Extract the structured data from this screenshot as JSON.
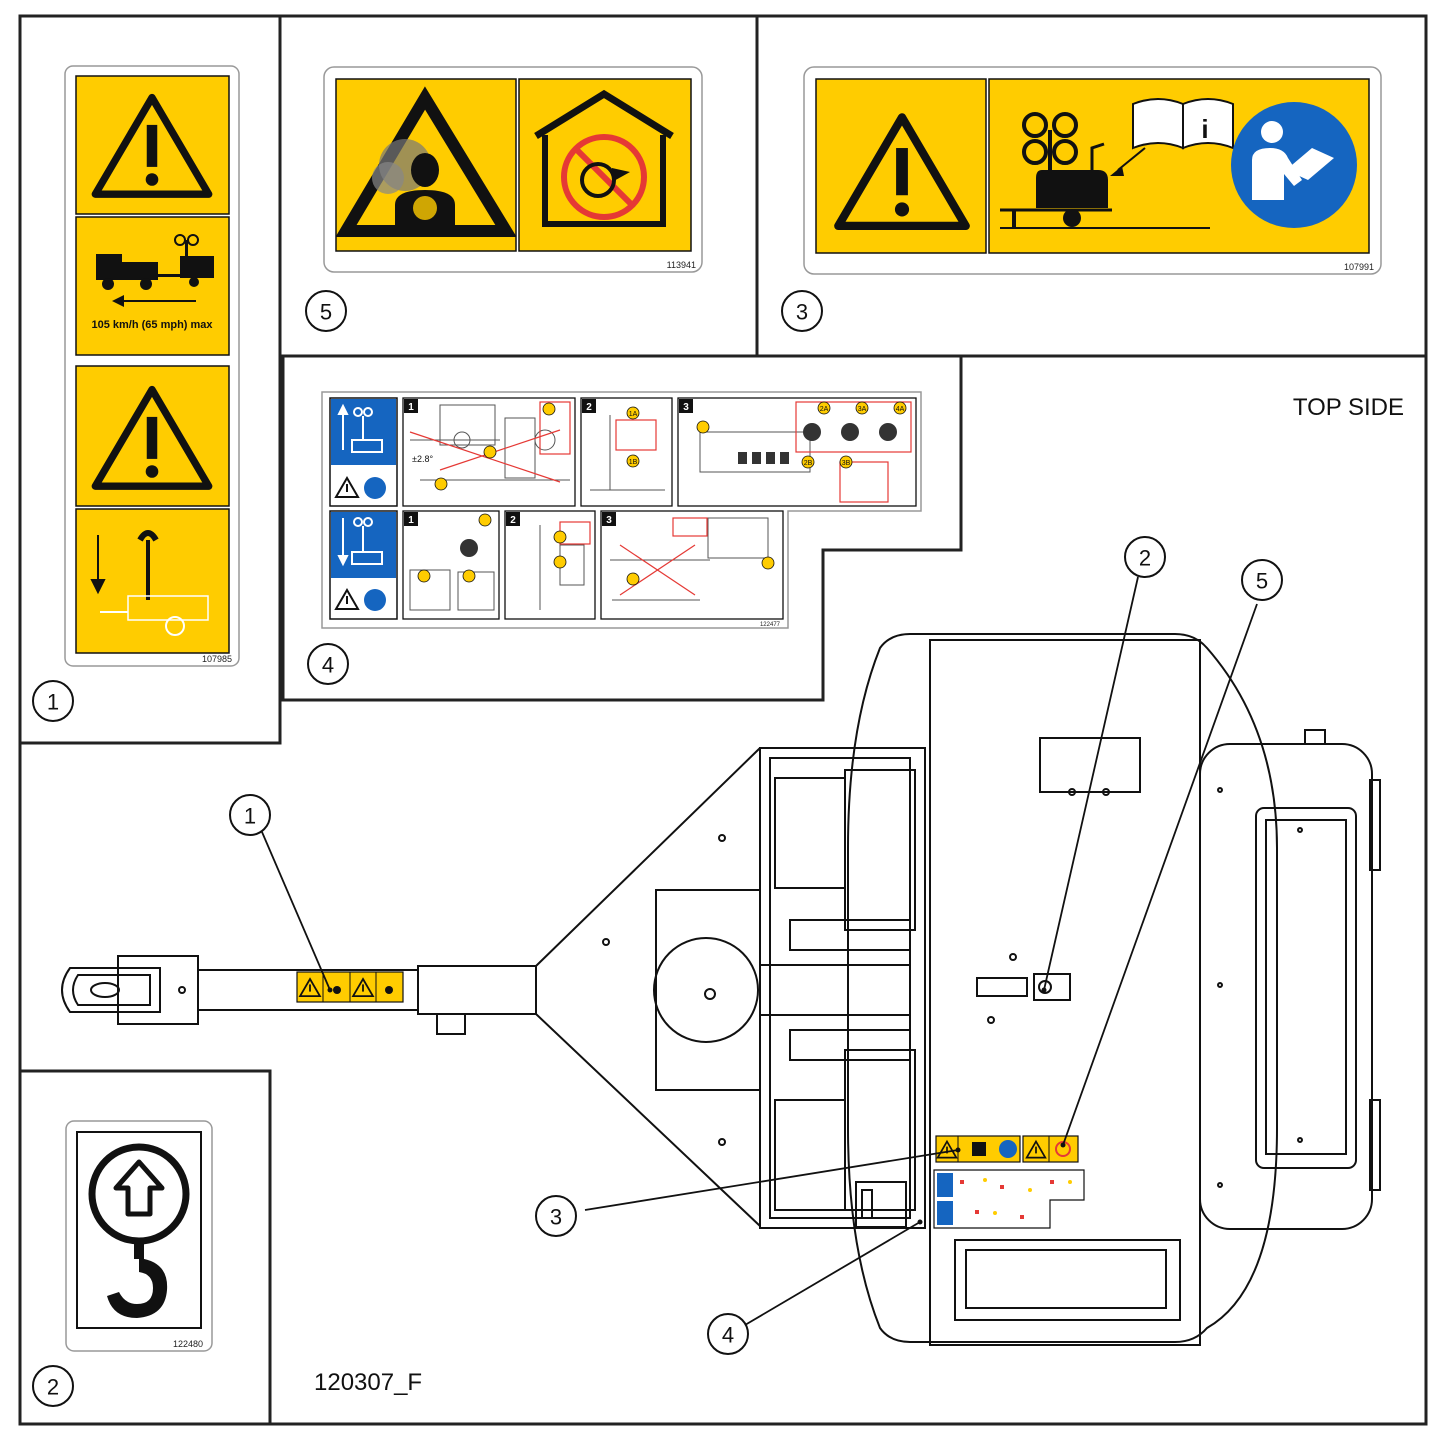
{
  "view_label": "TOP SIDE",
  "drawing_number": "120307_F",
  "colors": {
    "safety_yellow": "#FFCC00",
    "info_blue": "#1565C0",
    "prohibition_red": "#E53935",
    "line": "#111111"
  },
  "decals": [
    {
      "callout": "1",
      "part_number": "107985",
      "speed_text": "105 km/h (65 mph) max",
      "icons": [
        "warning-triangle-icon",
        "towing-truck-icon",
        "warning-triangle-icon",
        "mast-lowering-icon"
      ]
    },
    {
      "callout": "2",
      "part_number": "122480",
      "icons": [
        "lift-point-hook-icon"
      ]
    },
    {
      "callout": "3",
      "part_number": "107991",
      "icons": [
        "warning-triangle-icon",
        "light-tower-manual-icon",
        "read-manual-icon"
      ]
    },
    {
      "callout": "4",
      "part_number": "122477",
      "steps_top": [
        "1",
        "2",
        "3"
      ],
      "steps_bottom": [
        "1",
        "2",
        "3"
      ],
      "tags": [
        "1A",
        "1B",
        "2A",
        "2B",
        "3A",
        "3B",
        "4A"
      ],
      "tilt_text": "±2.8°",
      "icons": [
        "mast-raise-icon",
        "mast-lower-icon"
      ]
    },
    {
      "callout": "5",
      "part_number": "113941",
      "icons": [
        "exhaust-fumes-icon",
        "no-indoor-operation-icon"
      ]
    }
  ],
  "callouts": [
    "1",
    "2",
    "3",
    "4",
    "5"
  ]
}
